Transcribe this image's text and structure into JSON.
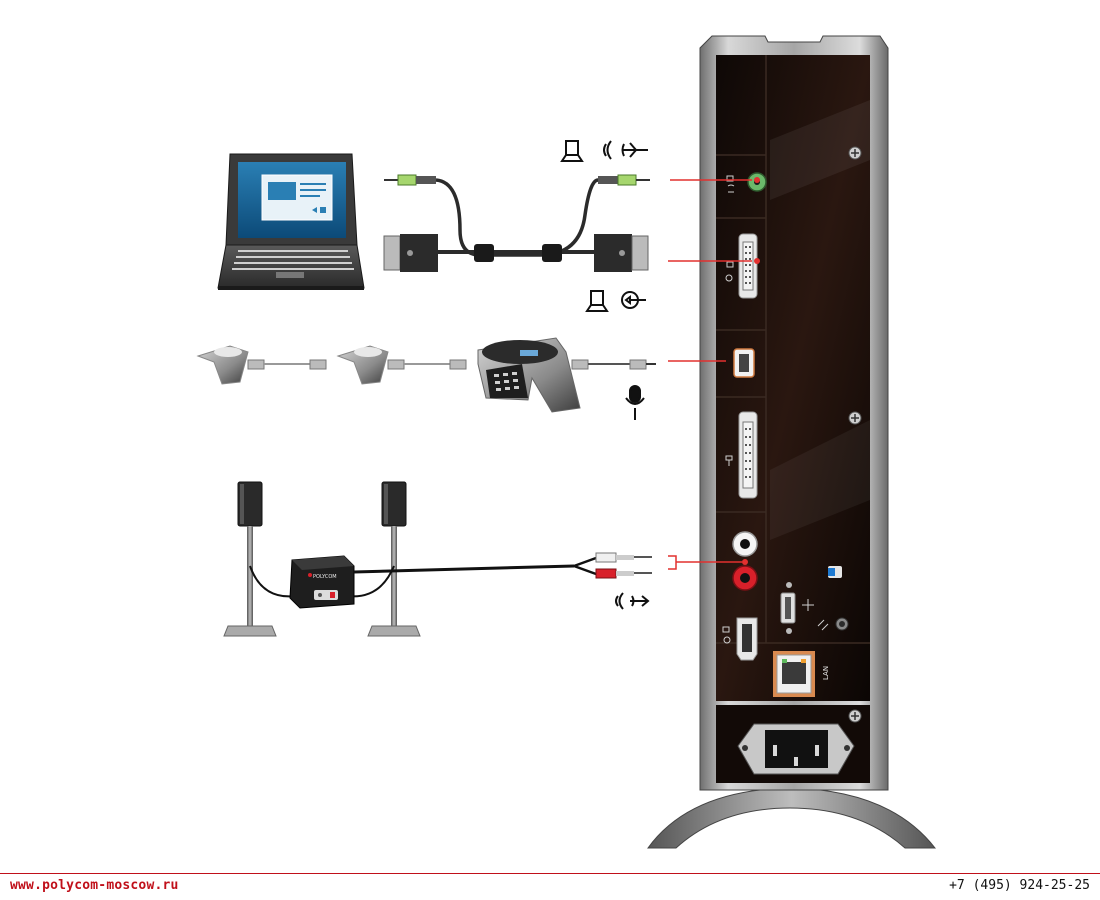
{
  "footer": {
    "website": "www.polycom-moscow.ru",
    "phone": "+7 (495) 924-25-25"
  },
  "labels": {
    "speaker_box_brand": "POLYCOM",
    "lan_port": "LAN"
  },
  "colors": {
    "connector_line": "#e2302f",
    "unit_panel": "#1a0d08",
    "unit_frame": "#8a8a8a",
    "audio_jack": "#6bb86a",
    "rca_red": "#d8202a",
    "lan_frame": "#e07a30"
  },
  "icons": {
    "pc_audio": [
      "laptop-icon",
      "audio-wave-icon",
      "audio-input-icon"
    ],
    "pc_video": [
      "laptop-icon",
      "video-input-icon"
    ],
    "microphone": [
      "microphone-icon"
    ],
    "audio_output": [
      "audio-output-icon"
    ]
  }
}
